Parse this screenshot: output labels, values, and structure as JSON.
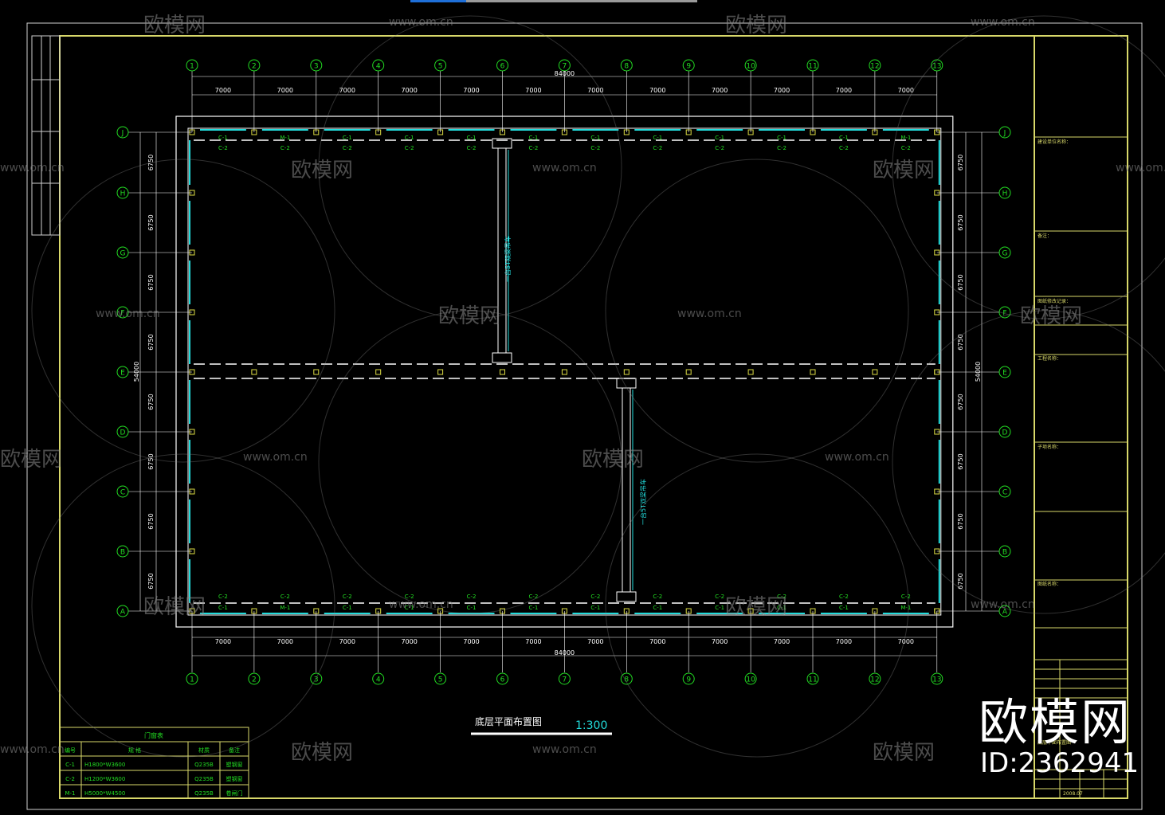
{
  "drawing": {
    "title": "底层平面布置图",
    "scale": "1:300",
    "overall_dimension": "84000",
    "side_dimension": "54000",
    "bay_spacing": "7000",
    "row_spacing": "6750",
    "column_axes": [
      "1",
      "2",
      "3",
      "4",
      "5",
      "6",
      "7",
      "8",
      "9",
      "10",
      "11",
      "12",
      "13"
    ],
    "row_axes": [
      "J",
      "H",
      "G",
      "F",
      "E",
      "D",
      "C",
      "B",
      "A"
    ],
    "crane_label": "一台5T双梁吊车",
    "window_tags_top_outer": [
      "C-1",
      "M-1",
      "C-1",
      "C-1",
      "C-1",
      "C-1",
      "C-1",
      "C-1",
      "C-1",
      "C-1",
      "C-1",
      "M-1",
      "C-1"
    ],
    "window_tags_top_inner": [
      "C-2",
      "C-2",
      "C-2",
      "C-2",
      "C-2",
      "C-2",
      "C-2",
      "C-2",
      "C-2",
      "C-2",
      "C-2",
      "C-2",
      "C-2"
    ]
  },
  "schedule": {
    "title": "门窗表",
    "headers": [
      "编号",
      "规 格",
      "材质",
      "备注"
    ],
    "rows": [
      [
        "C-1",
        "H1800*W3600",
        "Q235B",
        "塑钢窗"
      ],
      [
        "C-2",
        "H1200*W3600",
        "Q235B",
        "塑钢窗"
      ],
      [
        "M-1",
        "H5000*W4500",
        "Q235B",
        "卷闸门"
      ]
    ]
  },
  "title_block": {
    "rows": [
      "建设单位名称：",
      "备注：",
      "图纸修改记录：",
      "工程名称：",
      "子项名称：",
      "图纸名称："
    ],
    "sheet_name": "底层平面布置图",
    "date": "2008.07"
  },
  "watermark": {
    "brand": "欧模网",
    "url": "www.om.cn",
    "id_text": "ID:2362941"
  },
  "colors": {
    "frame": "#d8d86a",
    "line": "#ffffff",
    "dim": "#ffffff",
    "axis_circle": "#22dd22",
    "axis_text": "#22dd22",
    "tag": "#22dd22",
    "window": "#22dddd",
    "crane": "#22dddd",
    "title": "#ffffff",
    "scale_text": "#22dddd",
    "watermark": "#8a8a8a"
  }
}
